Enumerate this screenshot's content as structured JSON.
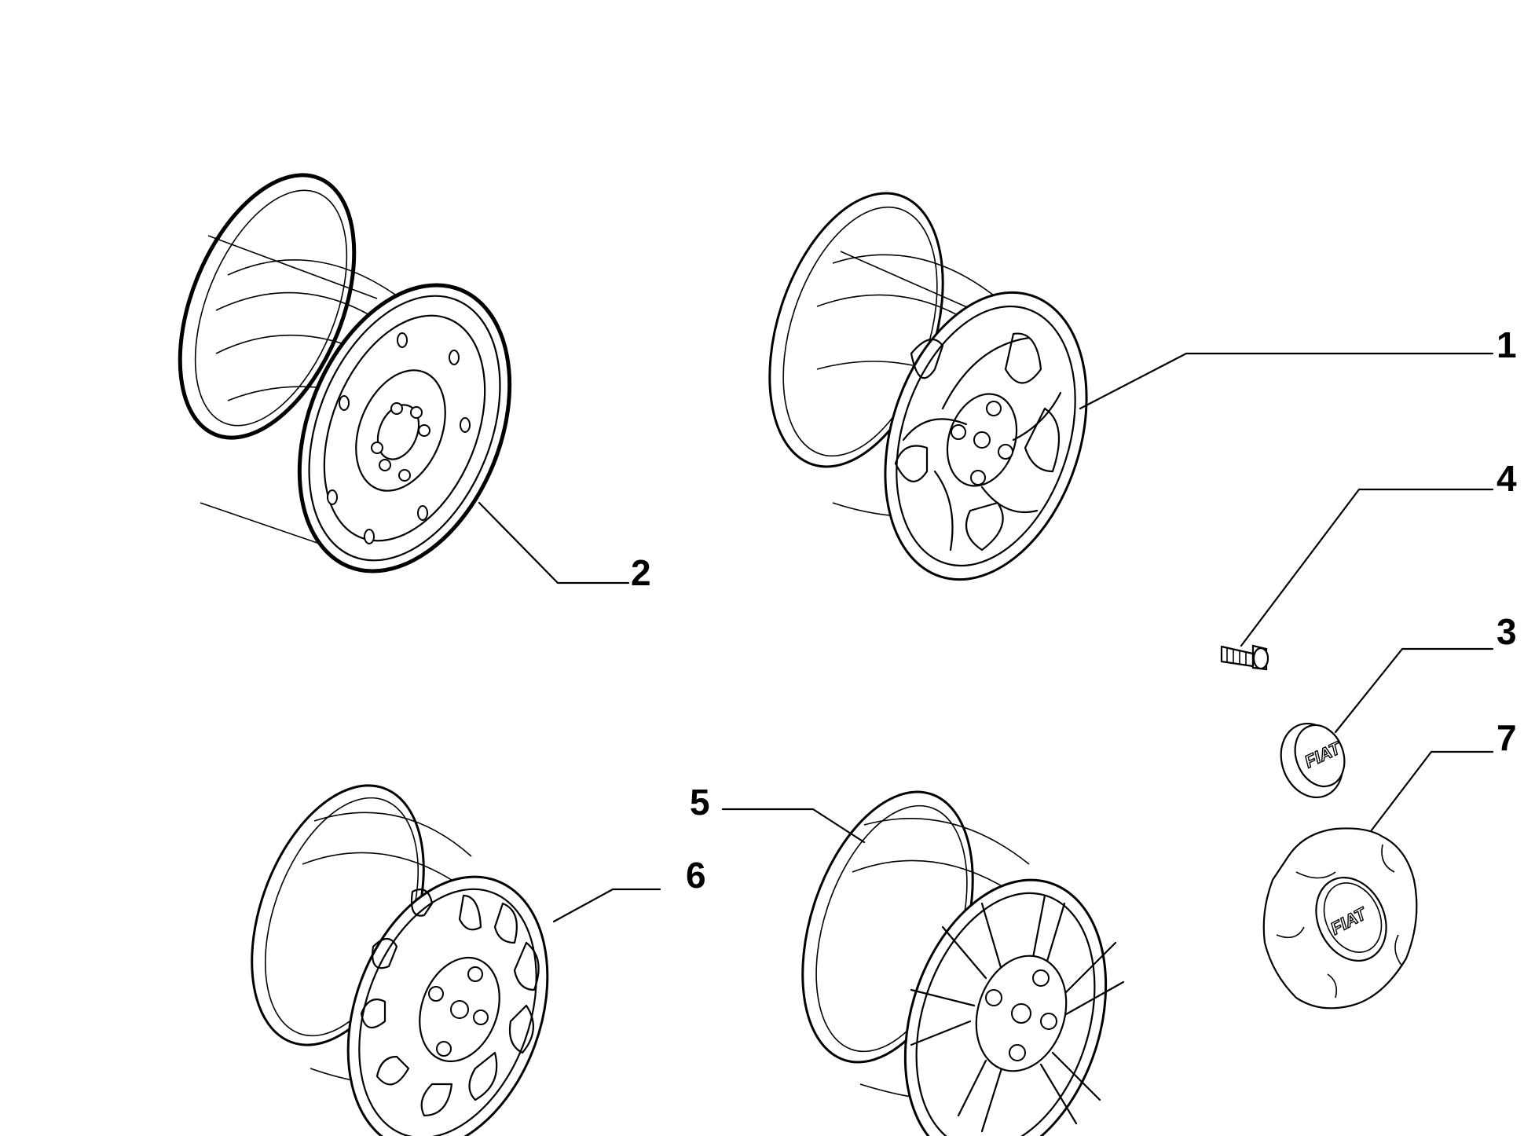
{
  "callouts": {
    "c1": "1",
    "c2": "2",
    "c3": "3",
    "c4": "4",
    "c5": "5",
    "c6": "6",
    "c7": "7"
  },
  "logo_text": "FIAT"
}
